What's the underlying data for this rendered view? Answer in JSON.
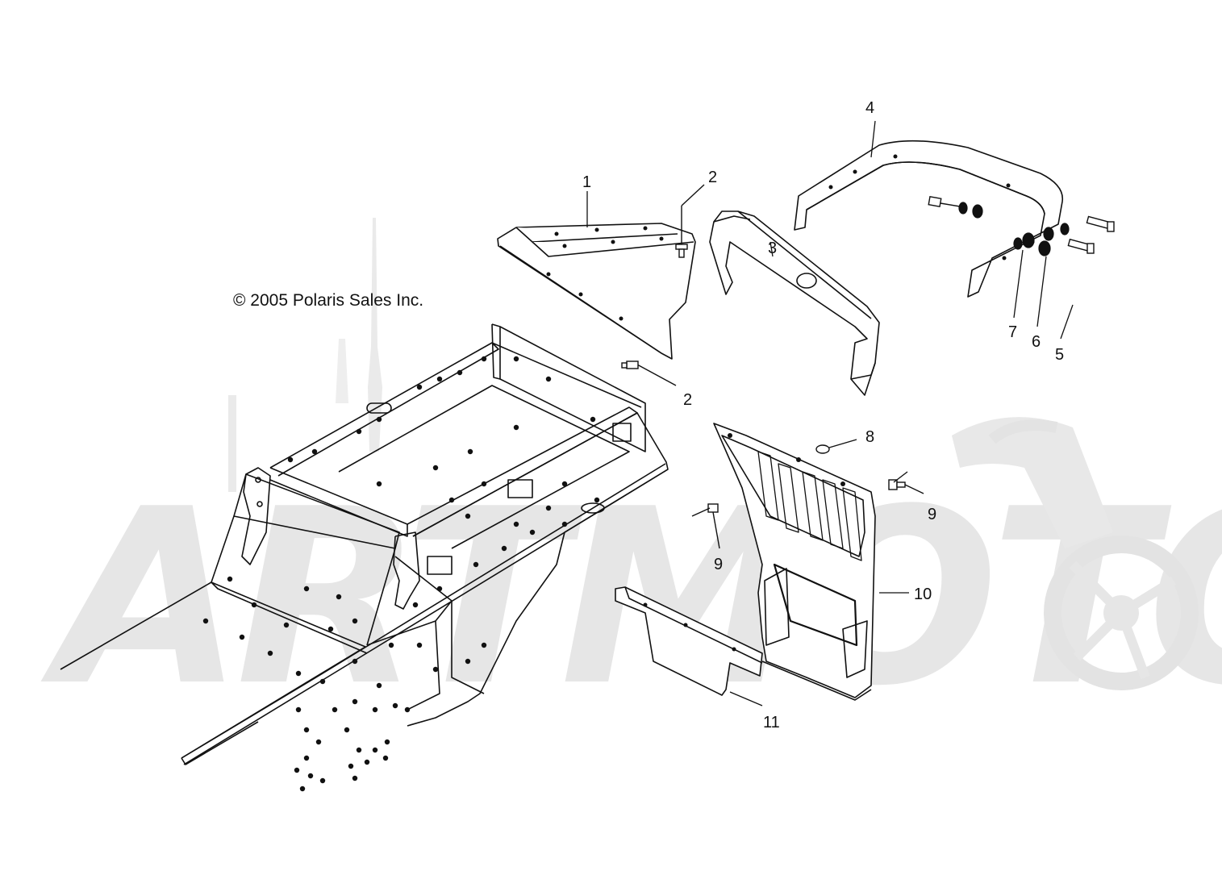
{
  "copyright": "© 2005 Polaris Sales Inc.",
  "callouts": [
    {
      "id": "1",
      "label": "1"
    },
    {
      "id": "2a",
      "label": "2"
    },
    {
      "id": "2b",
      "label": "2"
    },
    {
      "id": "3",
      "label": "3"
    },
    {
      "id": "4",
      "label": "4"
    },
    {
      "id": "5",
      "label": "5"
    },
    {
      "id": "6",
      "label": "6"
    },
    {
      "id": "7",
      "label": "7"
    },
    {
      "id": "8",
      "label": "8"
    },
    {
      "id": "9a",
      "label": "9"
    },
    {
      "id": "9b",
      "label": "9"
    },
    {
      "id": "10",
      "label": "10"
    },
    {
      "id": "11",
      "label": "11"
    }
  ],
  "watermark": {
    "text": "ARTMOTO",
    "color": "#e2e2e2"
  },
  "colors": {
    "line": "#111111",
    "fill": "#ffffff"
  }
}
